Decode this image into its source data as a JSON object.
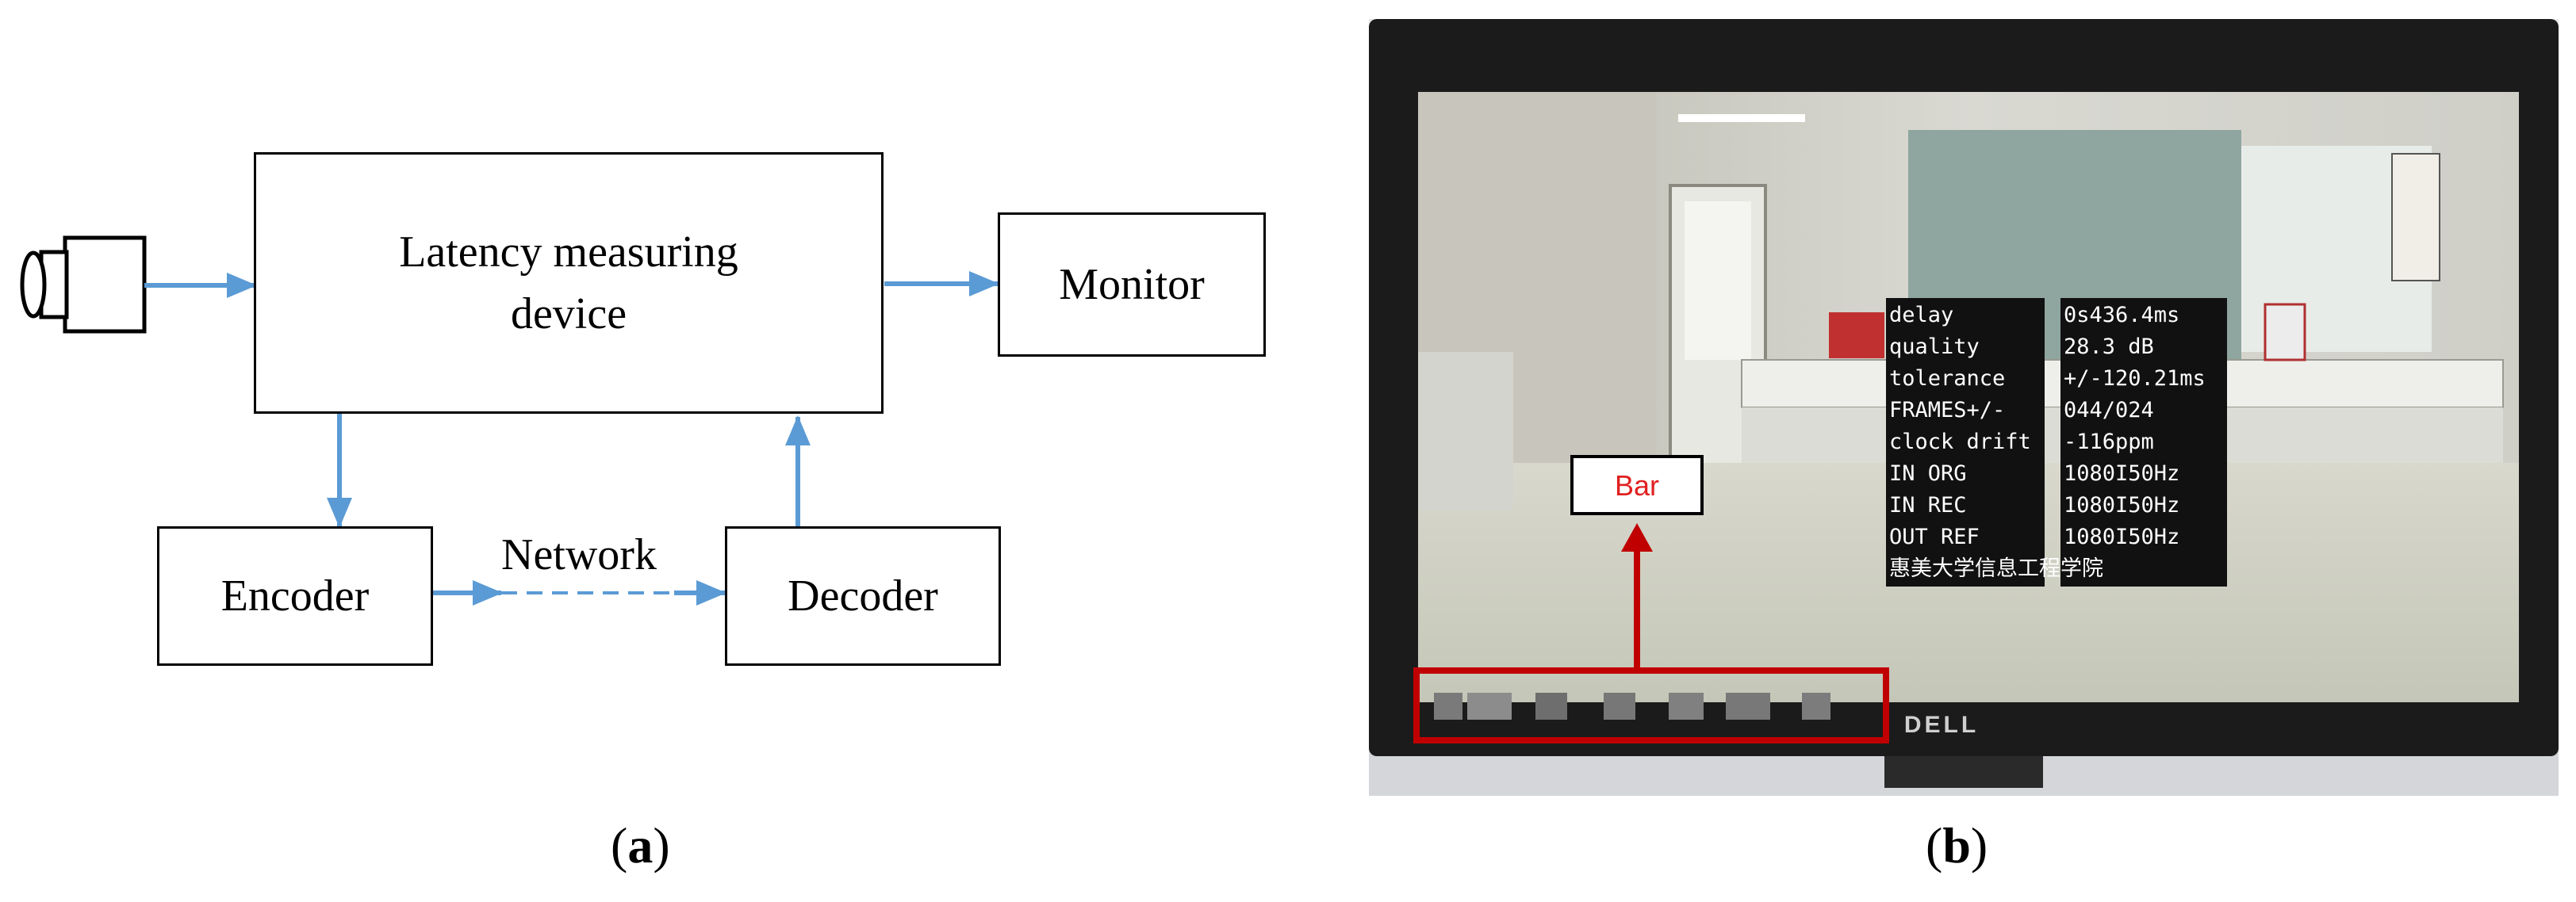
{
  "panel_a": {
    "caption": "a",
    "boxes": {
      "latency": "Latency measuring device",
      "monitor": "Monitor",
      "encoder": "Encoder",
      "decoder": "Decoder"
    },
    "network_label": "Network",
    "colors": {
      "arrow": "#5b9bd5",
      "box_border": "#000000"
    },
    "icons": {
      "camera": "camera-icon"
    }
  },
  "panel_b": {
    "caption": "b",
    "overlay_rows": [
      {
        "label": "delay",
        "value": "0s436.4ms"
      },
      {
        "label": "quality",
        "value": "28.3 dB"
      },
      {
        "label": "tolerance",
        "value": "+/-120.21ms"
      },
      {
        "label": "FRAMES+/-",
        "value": "044/024"
      },
      {
        "label": "clock drift",
        "value": "-116ppm"
      },
      {
        "label": "IN ORG",
        "value": "1080I50Hz"
      },
      {
        "label": "IN REC",
        "value": "1080I50Hz"
      },
      {
        "label": "OUT REF",
        "value": "1080I50Hz"
      }
    ],
    "overlay_footer": "惠美大学信息工程学院",
    "bar_label": "Bar",
    "brand": "DELL",
    "colors": {
      "highlight": "#c00000",
      "bar_text": "#e02020"
    }
  }
}
